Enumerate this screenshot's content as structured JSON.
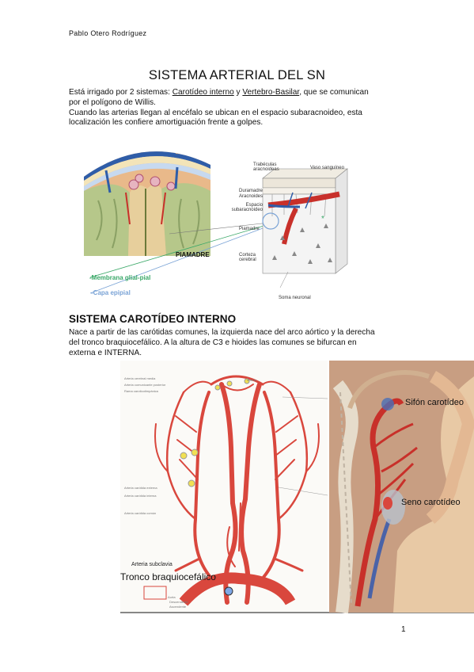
{
  "header": {
    "author": "Pablo Otero Rodríguez"
  },
  "title": "SISTEMA ARTERIAL DEL SN",
  "intro": {
    "l1_pre": "Está irrigado por 2 sistemas: ",
    "link1": "Carotídeo interno",
    "l1_mid": " y ",
    "link2": "Vertebro-Basilar",
    "l1_post": ", que se comunican",
    "l2": "por el polígono de Willis.",
    "l3": "Cuando las arterias llegan al encéfalo se ubican en el espacio subaracnoideo, esta",
    "l4": "localización les confiere amortiguación frente a golpes."
  },
  "figure1": {
    "piamadre": "PIAMADRE",
    "membrana": "-Membrana glial-pial",
    "capa": "-Capa epipial",
    "trabeculas": "Trabéculas aracnoideas",
    "vaso": "Vaso sanguíneo",
    "duramadre": "Duramadre",
    "aracnoides": "Aracnoides",
    "espacio": "Espacio subaracnoideo",
    "piamadre2": "Piamadre",
    "corteza": "Corteza cerebral",
    "soma": "Soma neuronal",
    "colors": {
      "green": "#3aa868",
      "blue": "#7aa3d6",
      "artery": "#c8302a"
    }
  },
  "section2": {
    "heading": "SISTEMA CAROTÍDEO INTERNO",
    "p1": "Nace a partir de las carótidas comunes, la izquierda nace del arco aórtico y la derecha",
    "p2": "del tronco braquiocefálico. A la altura de C3 e hioides las comunes se bifurcan en",
    "p3": "externa e INTERNA."
  },
  "figure2": {
    "arteria_subclavia": "Arteria subclavia",
    "tronco": "Tronco braquiocefálico",
    "sifon": "Sifón carotídeo",
    "seno": "Seno carotídeo"
  },
  "footer": {
    "page": "1"
  }
}
